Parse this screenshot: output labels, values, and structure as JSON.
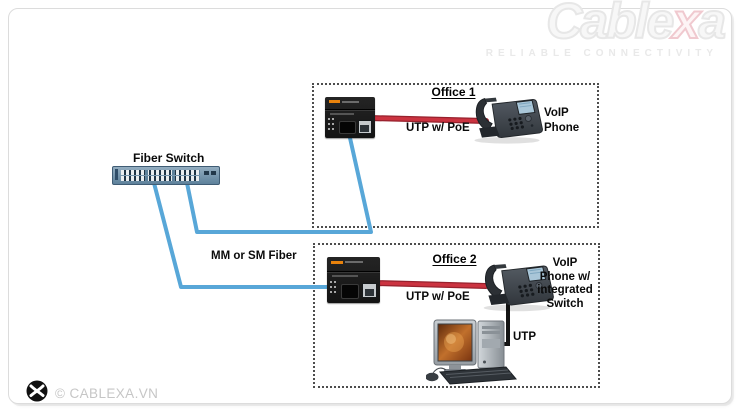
{
  "brand": {
    "name_prefix": "Cable",
    "name_accent": "x",
    "name_suffix": "a",
    "tagline": "RELIABLE CONNECTIVITY"
  },
  "footer": {
    "copyright": "© CABLEXA.VN"
  },
  "colors": {
    "fiber_cable": "#58a7d8",
    "utp_poe_cable": "#cb3340",
    "utp_poe_cable_edge": "#97212d",
    "utp_cable": "#141414",
    "office_border": "#4d4d4d",
    "phone_screen": "#a9c6d8",
    "converter_brand": "#e8820c"
  },
  "network": {
    "switch_label": "Fiber Switch",
    "fiber_cable_label": "MM or SM Fiber",
    "office1": {
      "title": "Office 1",
      "utp_label": "UTP w/ PoE",
      "phone_caption": [
        "VoIP",
        "Phone"
      ]
    },
    "office2": {
      "title": "Office 2",
      "utp_label": "UTP w/ PoE",
      "pc_cable_label": "UTP",
      "phone_caption": [
        "VoIP",
        "Phone w/",
        "integrated",
        "Switch"
      ]
    }
  }
}
